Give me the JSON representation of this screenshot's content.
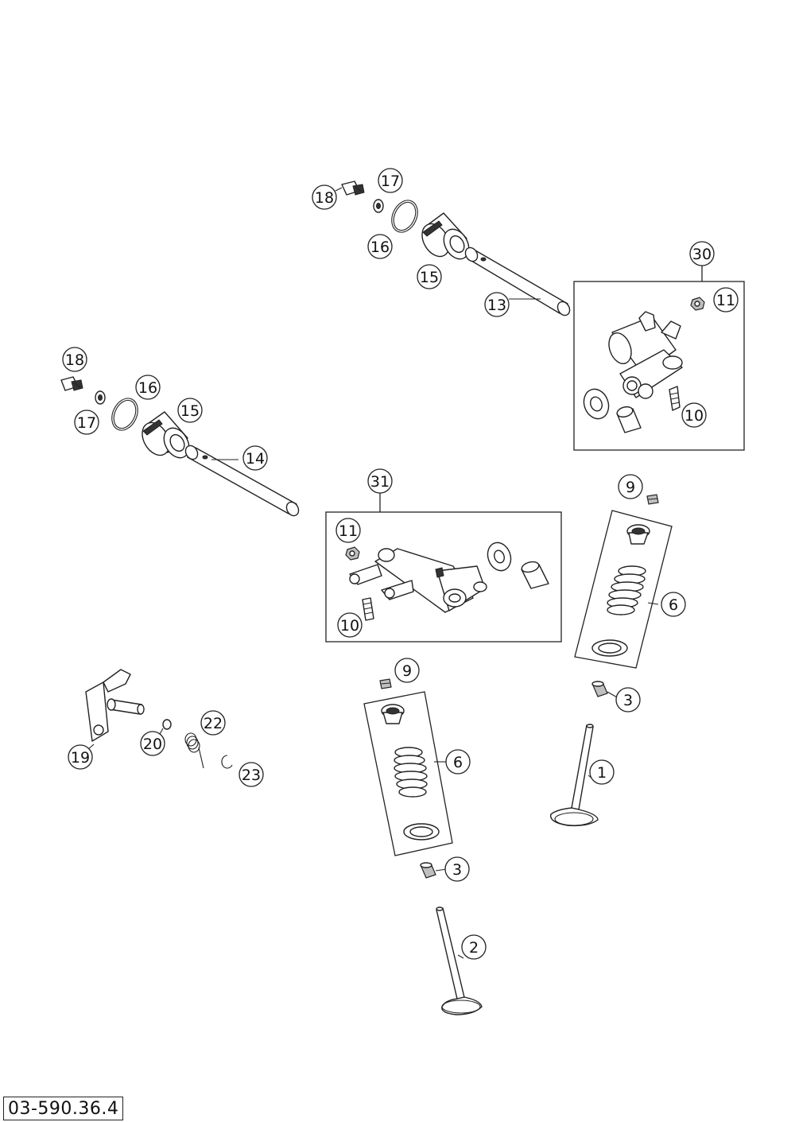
{
  "drawing_code": "03-590.36.4",
  "callouts": {
    "p1": "1",
    "p2": "2",
    "p3a": "3",
    "p3b": "3",
    "p6a": "6",
    "p6b": "6",
    "p9a": "9",
    "p9b": "9",
    "p10a": "10",
    "p10b": "10",
    "p11a": "11",
    "p11b": "11",
    "p13": "13",
    "p14": "14",
    "p15a": "15",
    "p15b": "15",
    "p16a": "16",
    "p16b": "16",
    "p17a": "17",
    "p17b": "17",
    "p18a": "18",
    "p18b": "18",
    "p19": "19",
    "p20": "20",
    "p22": "22",
    "p23": "23",
    "p30": "30",
    "p31": "31"
  }
}
